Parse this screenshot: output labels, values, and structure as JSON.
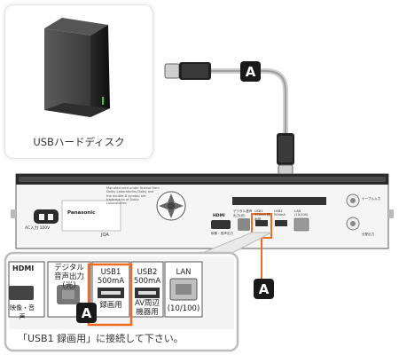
{
  "hdd": {
    "label": "USBハードディスク"
  },
  "callout_marker": "A",
  "recorder": {
    "brand": "Panasonic",
    "cert": "JQA",
    "ac_in": "AC入力 100V",
    "dolby_notice": "Manufactured under license from Dolby Laboratories.Dolby and the double-D symbol are trademarks of Dolby Laboratories.",
    "hdmi": "HDMI",
    "hdmi_sub": "映像・音声出力",
    "digital_sub": "デジタル音声出力(光)",
    "usb1_sub": "USB1 500mA 録画用",
    "usb2_sub": "USB2 500mA",
    "lan_sub": "LAN (10/100)",
    "cable_in": "ケーブル入力",
    "cable_out": "分配出力"
  },
  "detail": {
    "hdmi_partial": "HDMI",
    "hdmi_sub_partial": "映像・音声",
    "digital_label": "デジタル\n音声出力(光)",
    "usb1_label": "USB1\n500mA",
    "usb1_sub": "録画用",
    "usb2_label": "USB2\n500mA",
    "usb2_sub": "AV周辺\n機器用",
    "lan_label": "LAN",
    "lan_sub": "(10/100)"
  },
  "caption": "「USB1 録画用」に接続して下さい。",
  "colors": {
    "accent": "#f26b22",
    "marker": "#1a1a1a",
    "border": "#bdbdbd"
  }
}
